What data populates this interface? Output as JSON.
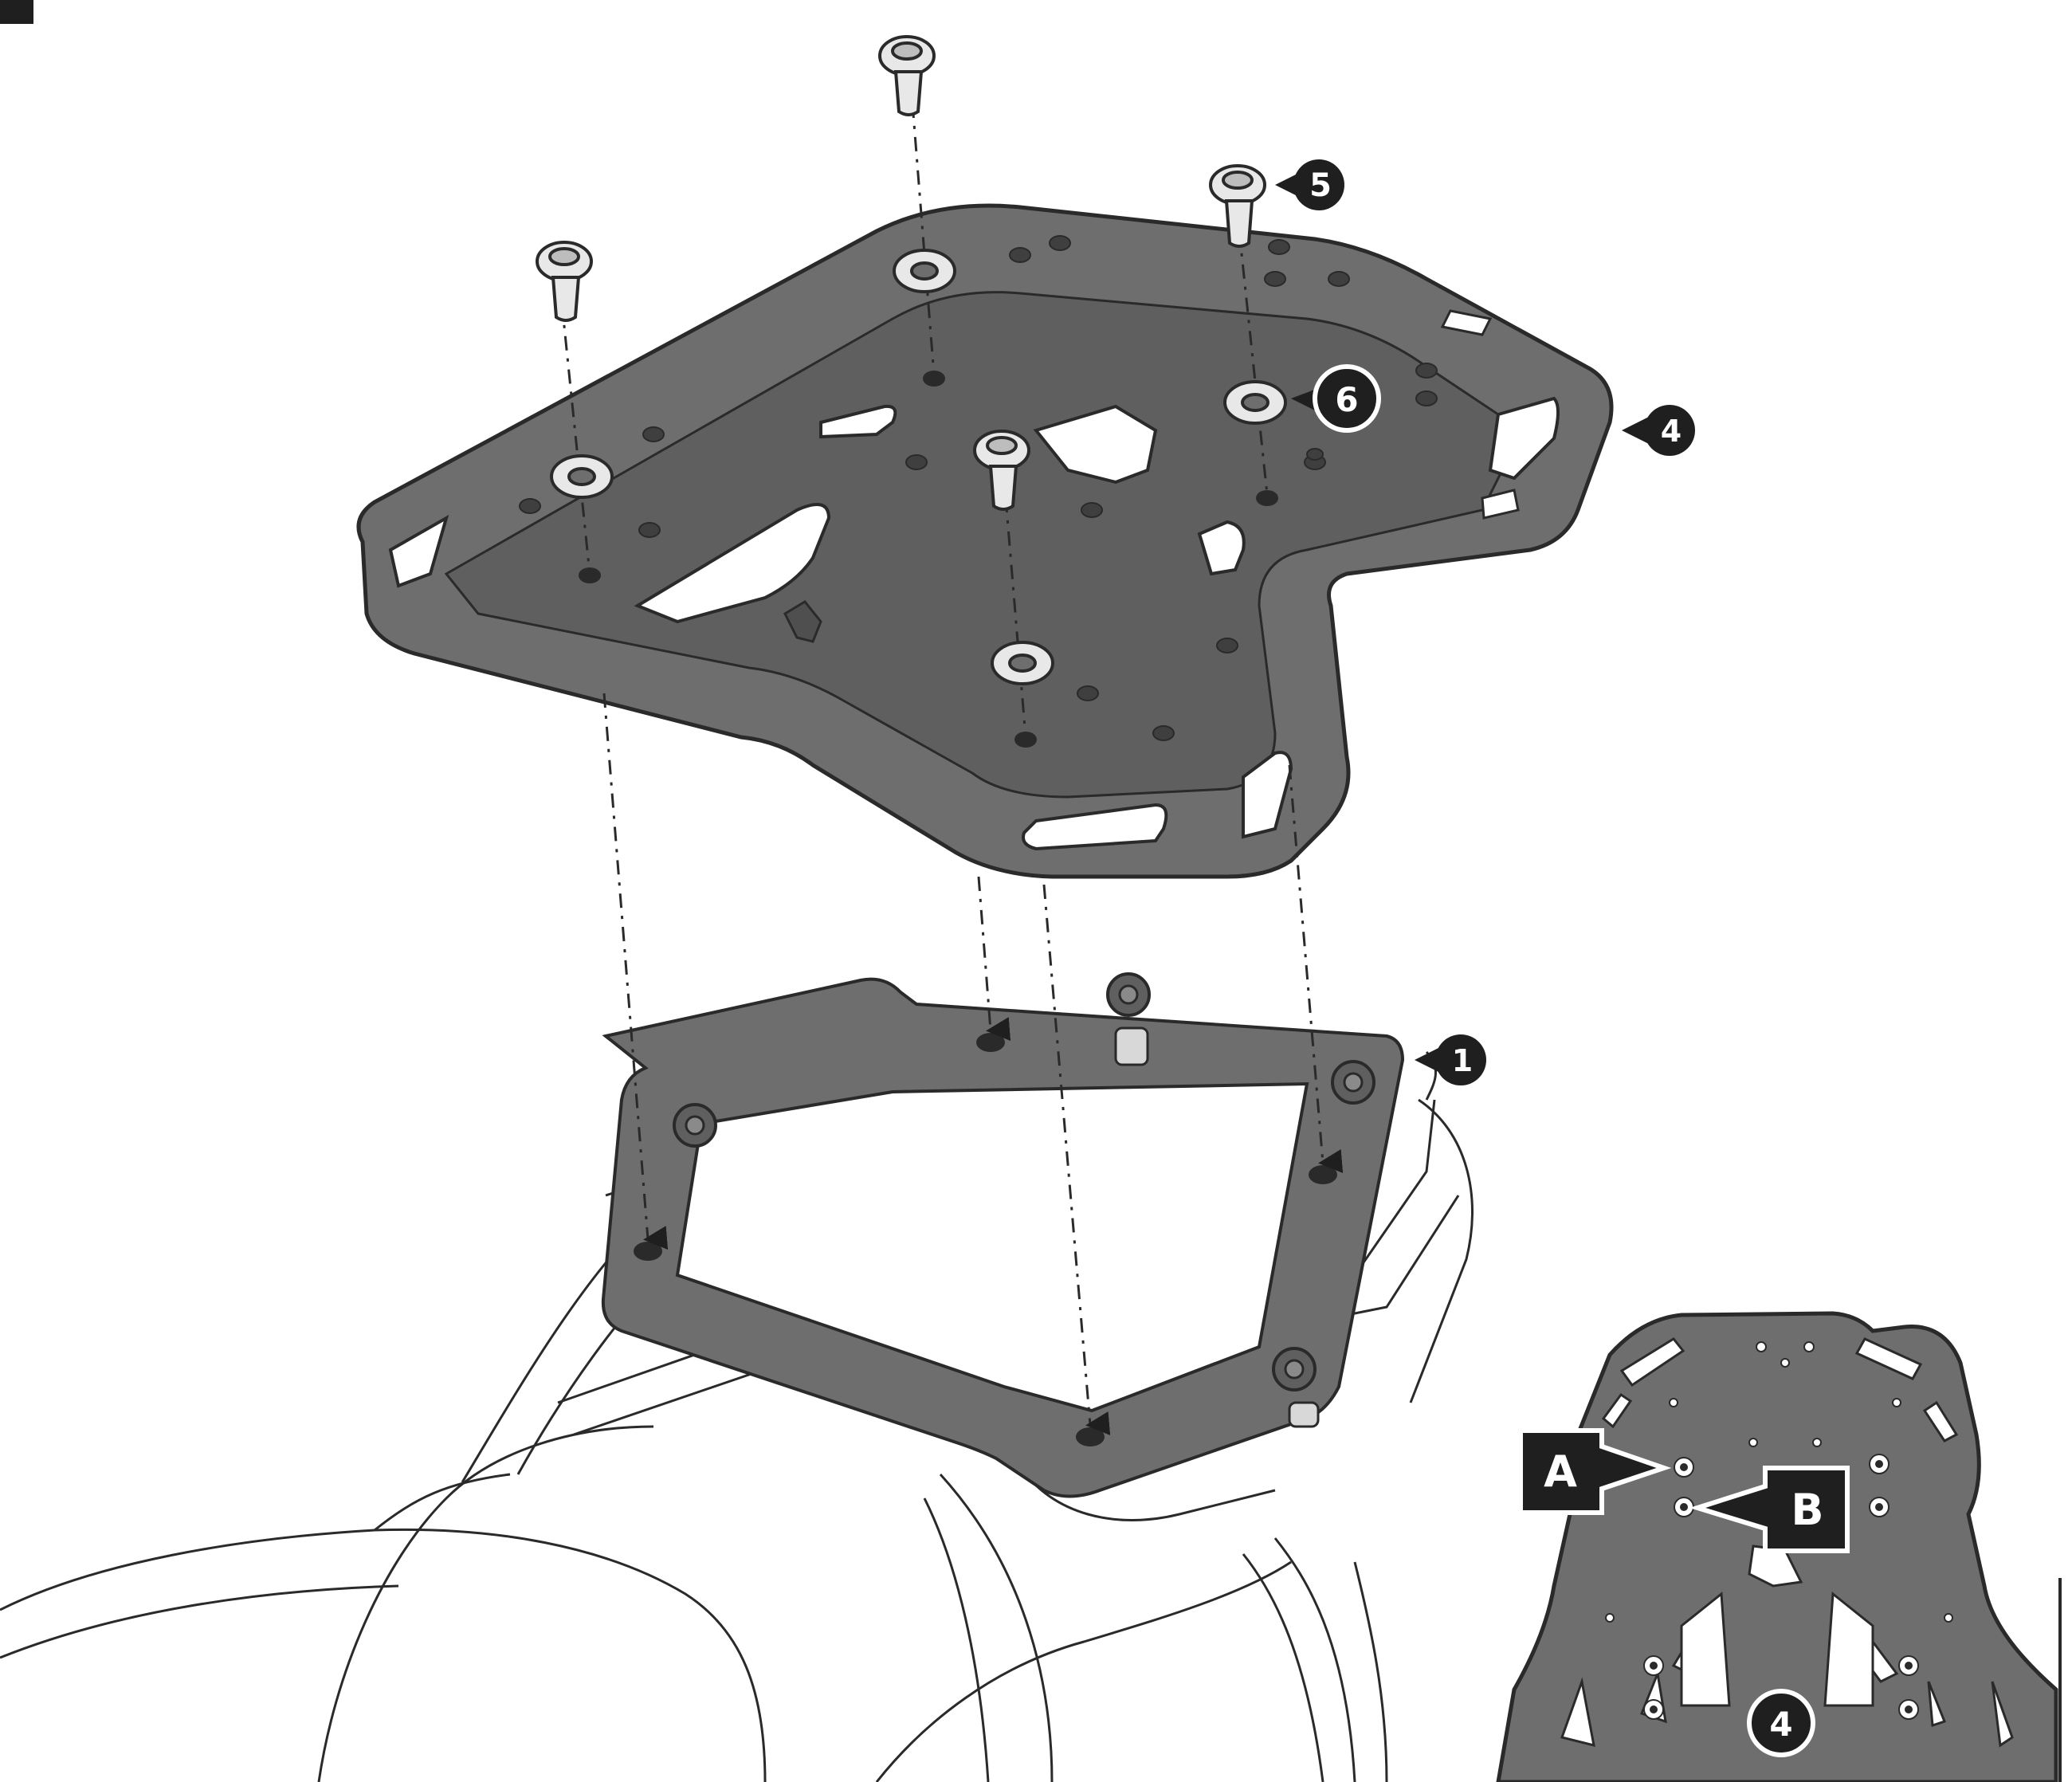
{
  "colors": {
    "background": "#ffffff",
    "line": "#2a2a2a",
    "plate": "#6e6e6e",
    "plate_inner": "#5f5f5f",
    "callout": "#1f1f1f",
    "hardware": "#e8e8e8"
  },
  "callouts": {
    "part_1": "1",
    "part_4": "4",
    "part_5": "5",
    "part_6": "6",
    "detail_part": "4"
  },
  "detail": {
    "marker_a": "A",
    "marker_b": "B"
  },
  "icons": [
    "screw-icon",
    "washer-icon",
    "arrow-icon"
  ]
}
